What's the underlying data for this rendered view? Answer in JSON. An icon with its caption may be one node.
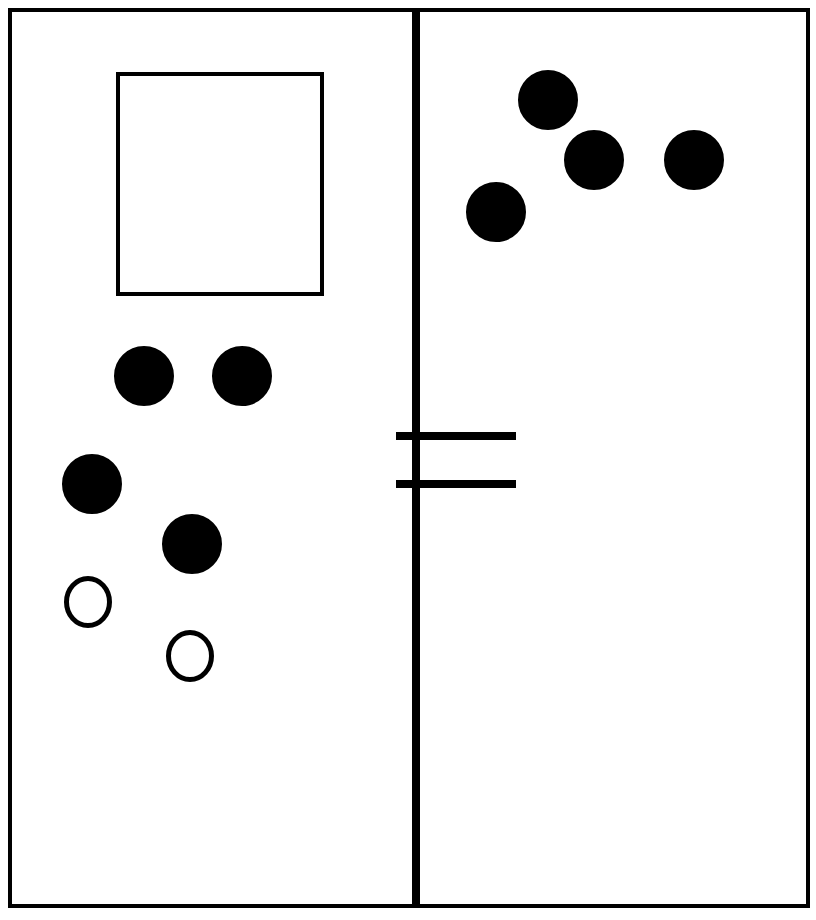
{
  "diagram": {
    "nodes": [
      {
        "text": [],
        "shape": "box"
      },
      {
        "text": [],
        "shape": "box"
      },
      {
        "text": [],
        "shape": "box",
        "in": 0
      },
      {
        "text": [],
        "shape": "circle",
        "in": 0
      },
      {
        "text": [],
        "shape": "circle",
        "in": 0
      },
      {
        "text": [],
        "shape": "circle",
        "in": 0
      },
      {
        "text": [],
        "shape": "circle",
        "in": 0
      },
      {
        "text": [],
        "shape": "circle",
        "in": 0
      },
      {
        "text": [],
        "shape": "circle",
        "in": 0
      },
      {
        "text": [],
        "shape": "circle",
        "in": 1
      },
      {
        "text": [],
        "shape": "circle",
        "in": 1
      },
      {
        "text": [],
        "shape": "circle",
        "in": 1
      },
      {
        "text": [],
        "shape": "circle",
        "in": 1
      }
    ]
  }
}
